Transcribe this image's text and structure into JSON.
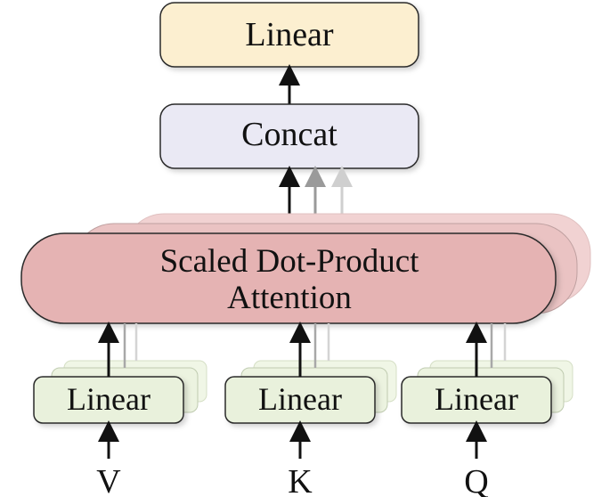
{
  "diagram": {
    "output_linear": {
      "label": "Linear"
    },
    "concat": {
      "label": "Concat"
    },
    "attention": {
      "line1": "Scaled Dot-Product",
      "line2": "Attention"
    },
    "input_linears": [
      {
        "label": "Linear",
        "input": "V"
      },
      {
        "label": "Linear",
        "input": "K"
      },
      {
        "label": "Linear",
        "input": "Q"
      }
    ]
  },
  "colors": {
    "output_linear_fill": "#fcefd0",
    "concat_fill": "#eae9f4",
    "attention_fill": "#e5b3b3",
    "attention_shadow_fill": "#eac3c3",
    "input_linear_fill": "#e9f1dc",
    "stroke": "#2b2b2b",
    "arrow_primary": "#111111",
    "arrow_mid": "#9a9a9a",
    "arrow_light": "#cfcfcf"
  }
}
